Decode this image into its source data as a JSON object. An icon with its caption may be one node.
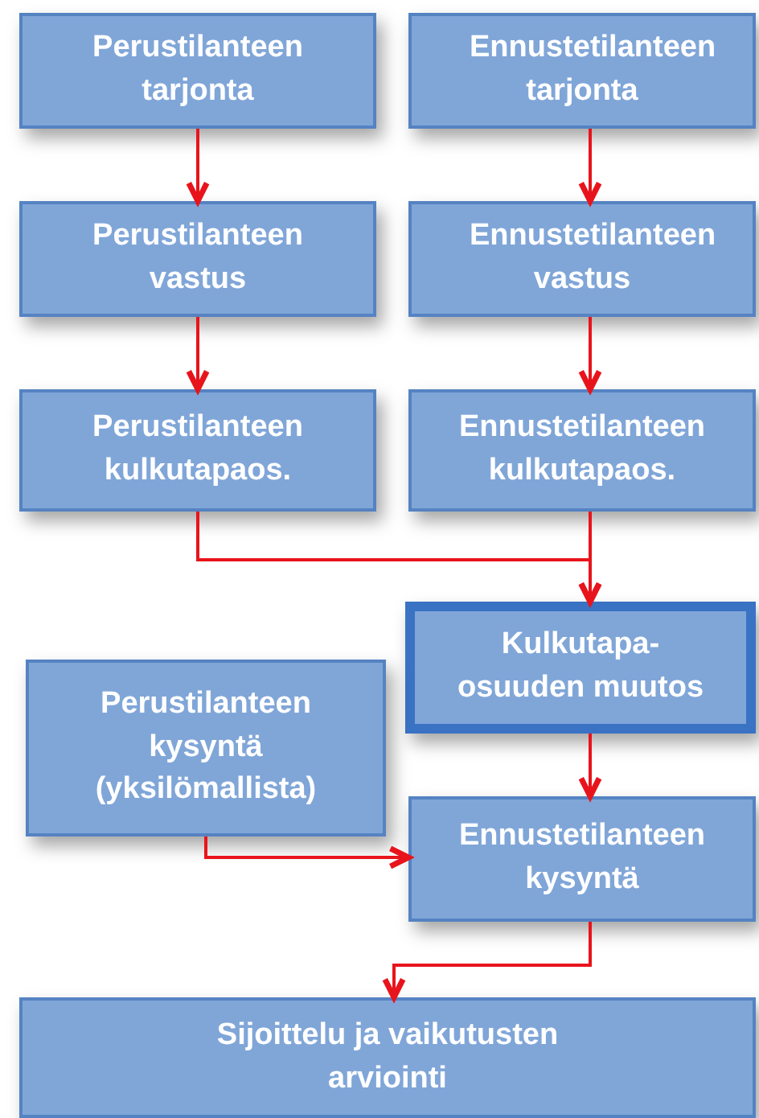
{
  "diagram": {
    "nodes": [
      {
        "text": [
          "Perustilanteen tarjonta"
        ]
      },
      {
        "text": [
          "Ennustetilanteen tarjonta"
        ]
      },
      {
        "text": [
          "Perustilanteen vastus"
        ]
      },
      {
        "text": [
          "Ennustetilanteen vastus"
        ]
      },
      {
        "text": [
          "Perustilanteen kulkutapaos."
        ]
      },
      {
        "text": [
          "Ennustetilanteen kulkutapaos."
        ]
      },
      {
        "text": [
          "Kulkutapa- osuuden muutos"
        ]
      },
      {
        "text": [
          "Perustilanteen kysyntä (yksilömallista)"
        ]
      },
      {
        "text": [
          "Ennustetilanteen kysyntä"
        ]
      },
      {
        "text": [
          "Sijoittelu ja vaikutusten arviointi"
        ]
      }
    ],
    "edges": [
      {
        "from": 0,
        "to": 2,
        "arrow": "to"
      },
      {
        "from": 1,
        "to": 3,
        "arrow": "to"
      },
      {
        "from": 2,
        "to": 4,
        "arrow": "to"
      },
      {
        "from": 3,
        "to": 5,
        "arrow": "to"
      },
      {
        "from": 4,
        "to": 6,
        "arrow": "to"
      },
      {
        "from": 5,
        "to": 6,
        "arrow": "to"
      },
      {
        "from": 6,
        "to": 8,
        "arrow": "to"
      },
      {
        "from": 7,
        "to": 8,
        "arrow": "to"
      },
      {
        "from": 8,
        "to": 9,
        "arrow": "to"
      }
    ]
  }
}
